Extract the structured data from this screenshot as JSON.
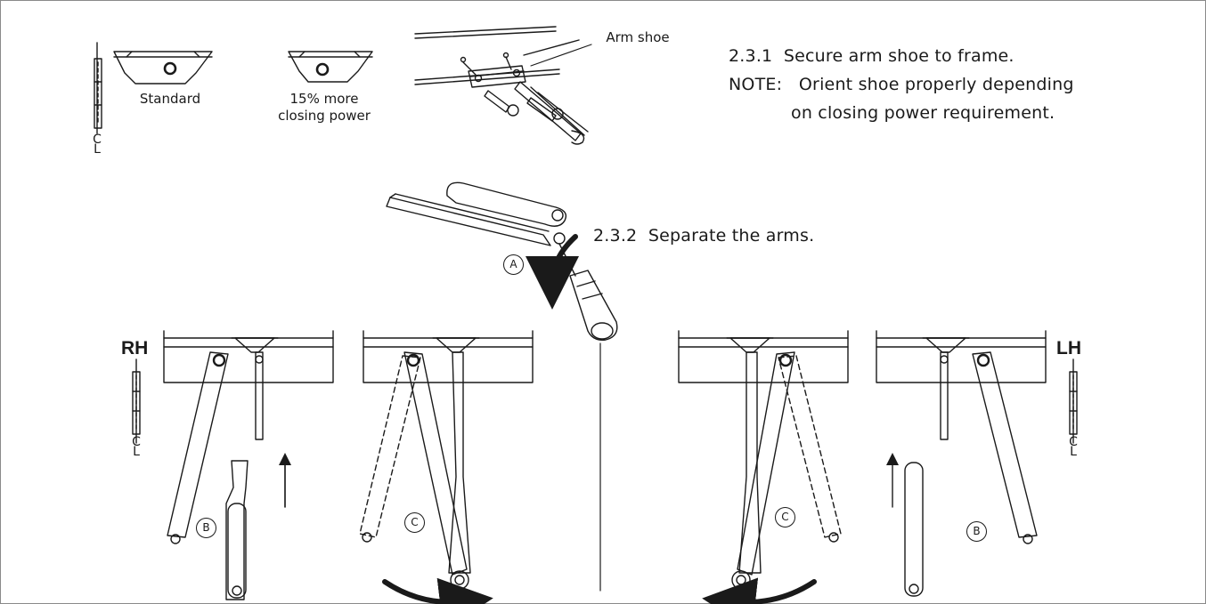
{
  "steps": {
    "step1": {
      "number": "2.3.1",
      "text": "Secure arm shoe to frame.",
      "note_label": "NOTE:",
      "note_line1": "Orient shoe properly depending",
      "note_line2": "on closing power requirement."
    },
    "step2": {
      "number": "2.3.2",
      "text": "Separate the arms."
    }
  },
  "shoe_options": {
    "standard_label": "Standard",
    "more_power_line1": "15% more",
    "more_power_line2": "closing power"
  },
  "callouts": {
    "arm_shoe": "Arm shoe",
    "a": "A",
    "b": "B",
    "c": "C"
  },
  "handing": {
    "right": "RH",
    "left": "LH"
  },
  "hinge_mark": {
    "c": "C",
    "l": "L"
  }
}
